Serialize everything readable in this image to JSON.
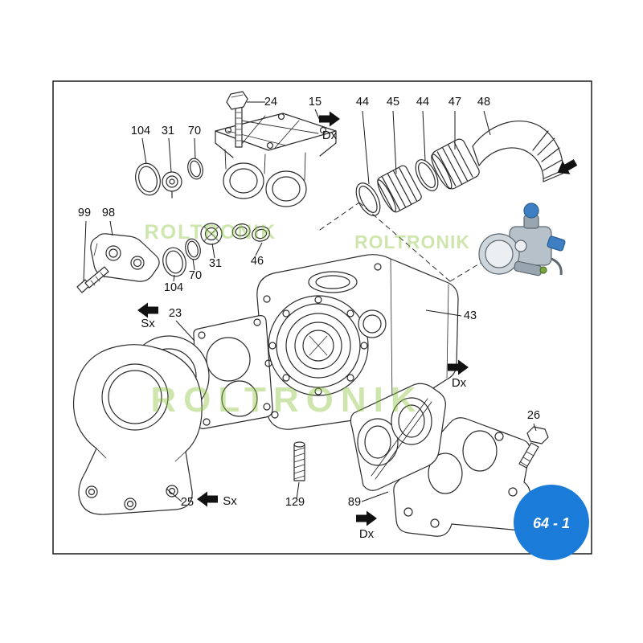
{
  "watermark": "ROLTRONIK",
  "watermark_color": "#8bc53f",
  "badge": {
    "label": "64 - 1",
    "color": "#1b7bd8"
  },
  "markers": {
    "sx": "Sx",
    "dx": "Dx"
  },
  "part_labels": [
    "24",
    "15",
    "44",
    "45",
    "44",
    "47",
    "48",
    "104",
    "31",
    "70",
    "99",
    "98",
    "104",
    "70",
    "31",
    "46",
    "23",
    "43",
    "26",
    "25",
    "129",
    "89"
  ]
}
